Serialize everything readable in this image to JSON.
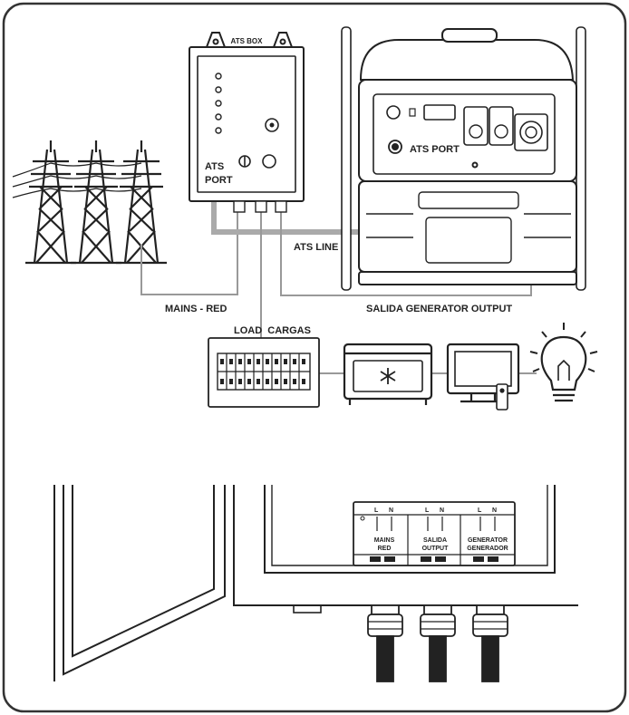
{
  "labels": {
    "ats_box": "ATS BOX",
    "ats_port_box_l1": "ATS",
    "ats_port_box_l2": "PORT",
    "ats_port_gen": "ATS PORT",
    "ats_line": "ATS LINE",
    "mains_red": "MAINS - RED",
    "salida_generator_output": "SALIDA GENERATOR OUTPUT",
    "load_cargas": "LOAD  CARGAS"
  },
  "terminal_block": {
    "terminals": [
      {
        "l": "L",
        "n": "N",
        "line1": "MAINS",
        "line2": "RED"
      },
      {
        "l": "L",
        "n": "N",
        "line1": "SALIDA",
        "line2": "OUTPUT"
      },
      {
        "l": "L",
        "n": "N",
        "line1": "GENERATOR",
        "line2": "GENERADOR"
      }
    ]
  },
  "icons": [
    "pylon-icon",
    "ats-box-icon",
    "generator-icon",
    "distribution-board-icon",
    "freezer-icon",
    "tv-icon",
    "lightbulb-icon",
    "cable-gland-icon"
  ]
}
